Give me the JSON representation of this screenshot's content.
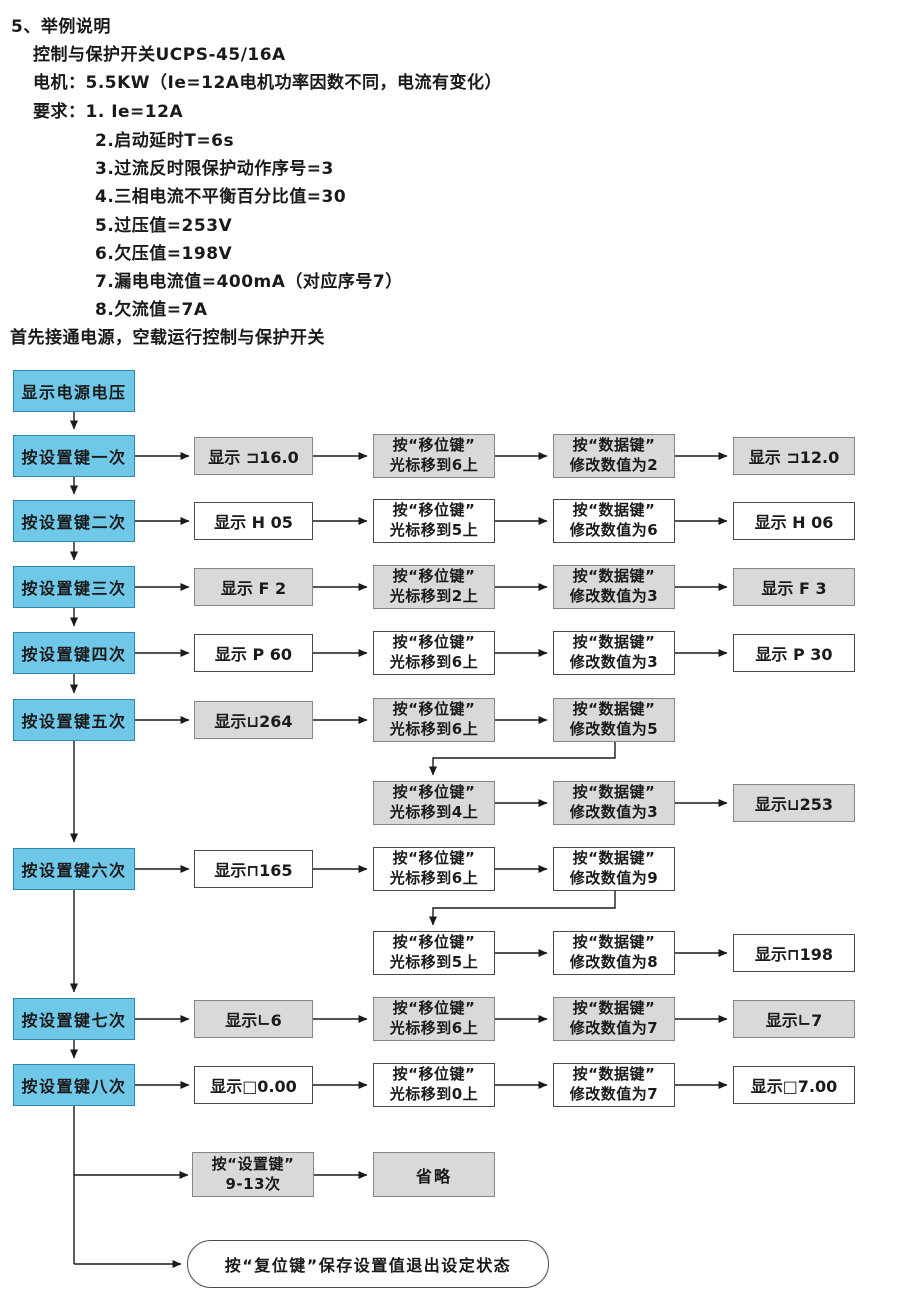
{
  "title": "5、举例说明",
  "intro": {
    "line1": "控制与保护开关UCPS-45/16A",
    "line2": "电机：5.5KW（Ie=12A电机功率因数不同，电流有变化）",
    "line3": "要求：1. Ie=12A",
    "requirements": [
      "2.启动延时T=6s",
      "3.过流反时限保护动作序号=3",
      "4.三相电流不平衡百分比值=30",
      "5.过压值=253V",
      "6.欠压值=198V",
      "7.漏电电流值=400mA（对应序号7）",
      "8.欠流值=7A"
    ],
    "note": "首先接通电源，空载运行控制与保护开关"
  },
  "flow": {
    "start": "显示电源电压",
    "s1": {
      "step": "按设置键一次",
      "display": "显示 ⊐16.0",
      "m1": "按“移位键”",
      "m2": "光标移到6上",
      "d1": "按“数据键”",
      "d2": "修改数值为2",
      "result": "显示 ⊐12.0"
    },
    "s2": {
      "step": "按设置键二次",
      "display": "显示 H 05",
      "m1": "按“移位键”",
      "m2": "光标移到5上",
      "d1": "按“数据键”",
      "d2": "修改数值为6",
      "result": "显示 H 06"
    },
    "s3": {
      "step": "按设置键三次",
      "display": "显示 F 2",
      "m1": "按“移位键”",
      "m2": "光标移到2上",
      "d1": "按“数据键”",
      "d2": "修改数值为3",
      "result": "显示 F 3"
    },
    "s4": {
      "step": "按设置键四次",
      "display": "显示 P 60",
      "m1": "按“移位键”",
      "m2": "光标移到6上",
      "d1": "按“数据键”",
      "d2": "修改数值为3",
      "result": "显示 P 30"
    },
    "s5": {
      "step": "按设置键五次",
      "display": "显示⊔264",
      "m1": "按“移位键”",
      "m2": "光标移到6上",
      "d1": "按“数据键”",
      "d2": "修改数值为5"
    },
    "s5b": {
      "m1": "按“移位键”",
      "m2": "光标移到4上",
      "d1": "按“数据键”",
      "d2": "修改数值为3",
      "result": "显示⊔253"
    },
    "s6": {
      "step": "按设置键六次",
      "display": "显示⊓165",
      "m1": "按“移位键”",
      "m2": "光标移到6上",
      "d1": "按“数据键”",
      "d2": "修改数值为9"
    },
    "s6b": {
      "m1": "按“移位键”",
      "m2": "光标移到5上",
      "d1": "按“数据键”",
      "d2": "修改数值为8",
      "result": "显示⊓198"
    },
    "s7": {
      "step": "按设置键七次",
      "display": "显示∟6",
      "m1": "按“移位键”",
      "m2": "光标移到6上",
      "d1": "按“数据键”",
      "d2": "修改数值为7",
      "result": "显示∟7"
    },
    "s8": {
      "step": "按设置键八次",
      "display": "显示□0.00",
      "m1": "按“移位键”",
      "m2": "光标移到0上",
      "d1": "按“数据键”",
      "d2": "修改数值为7",
      "result": "显示□7.00"
    },
    "s9": {
      "l1": "按“设置键”",
      "l2": "9-13次",
      "result": "省略"
    },
    "end": "按“复位键”保存设置值退出设定状态"
  },
  "colors": {
    "step_blue": "#6FC8E8",
    "box_gray": "#d9d9d9",
    "box_white": "#ffffff",
    "line": "#1a1a1a"
  }
}
